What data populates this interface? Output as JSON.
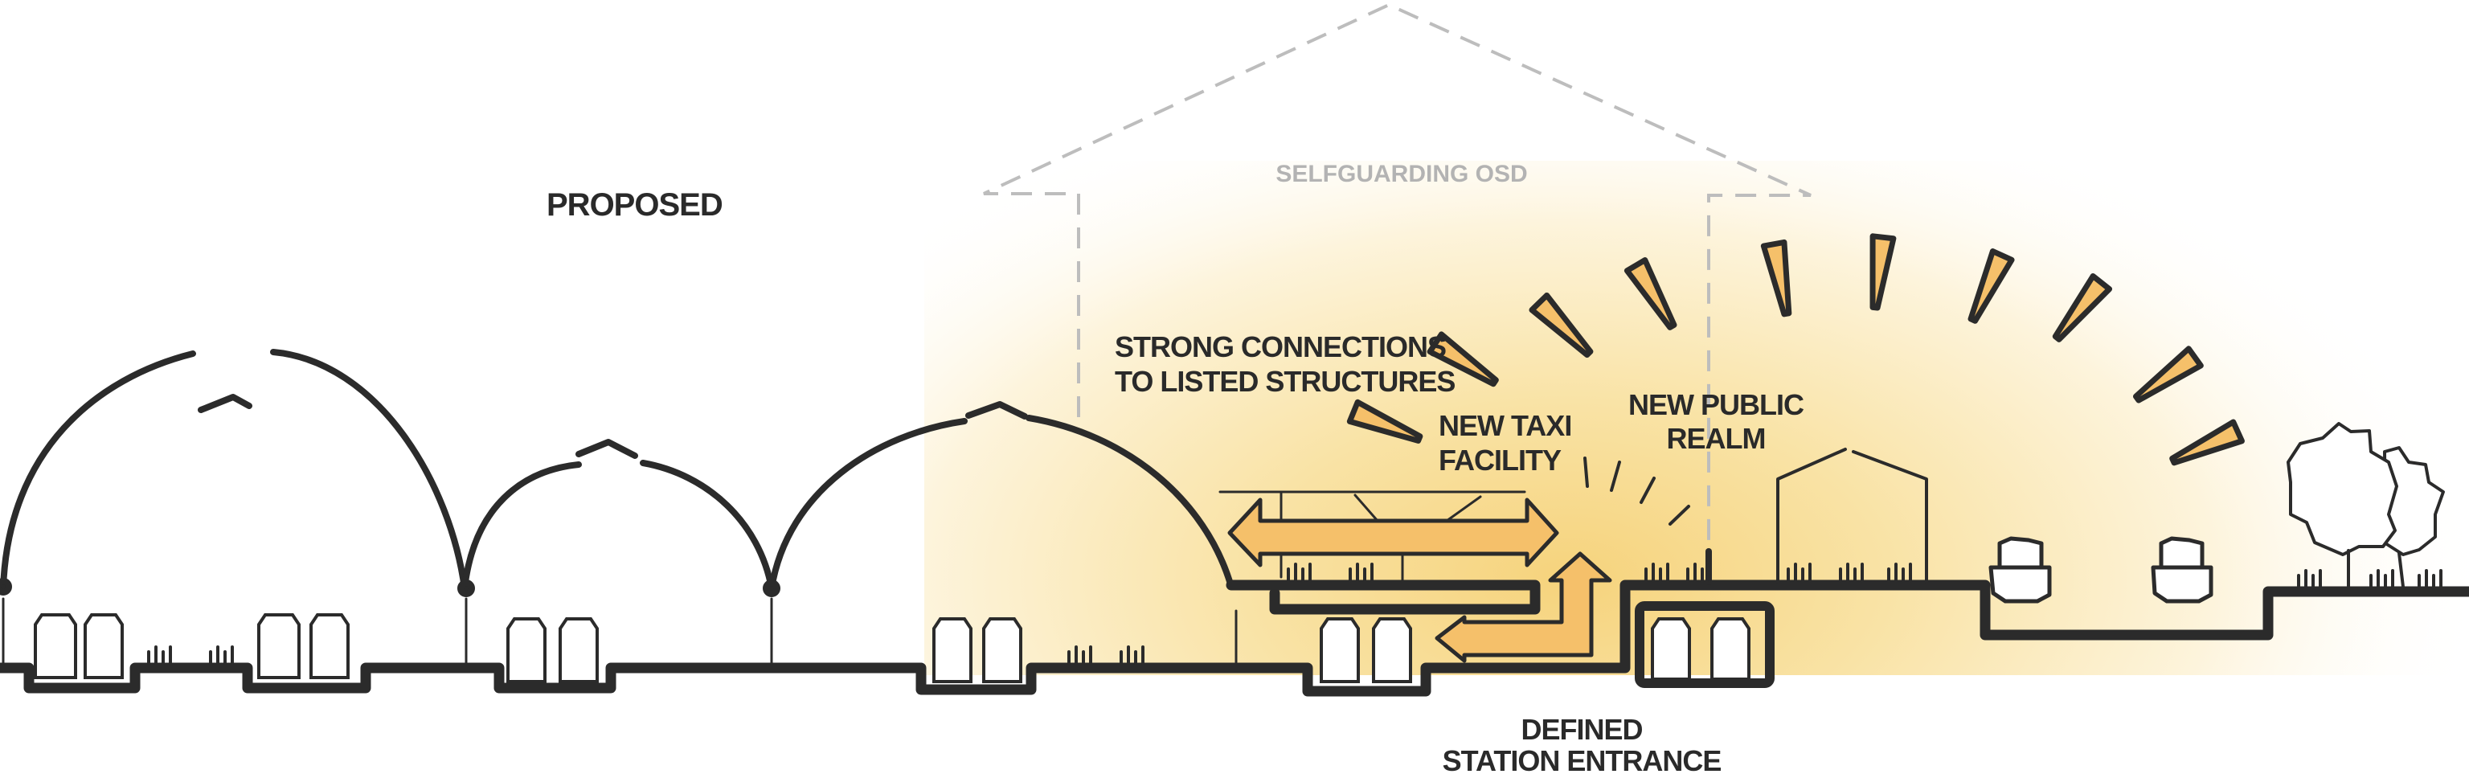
{
  "labels": {
    "proposed": "PROPOSED",
    "osd": "SELFGUARDING OSD",
    "strong_line1": "STRONG CONNECTIONS",
    "strong_line2": "TO LISTED STRUCTURES",
    "taxi_line1": "NEW TAXI",
    "taxi_line2": "FACILITY",
    "realm_line1": "NEW PUBLIC",
    "realm_line2": "REALM",
    "entrance_line1": "DEFINED",
    "entrance_line2": "STATION ENTRANCE"
  },
  "colors": {
    "ink": "#2b2b2b",
    "arrow": "#f5c06a",
    "glow": "#f8dc8e",
    "osd_outline": "#bdbdbd"
  }
}
